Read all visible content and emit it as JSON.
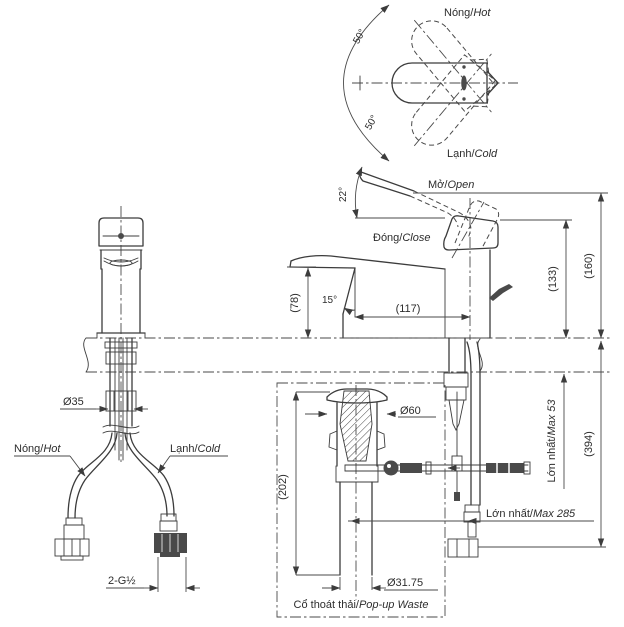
{
  "top_view": {
    "hot_vi": "Nóng/",
    "hot_en": "Hot",
    "cold_vi": "Lạnh/",
    "cold_en": "Cold",
    "angle_upper": "50°",
    "angle_lower": "50°"
  },
  "operation": {
    "open_vi": "Mở/",
    "open_en": "Open",
    "close_vi": "Đóng/",
    "close_en": "Close",
    "open_angle": "22°"
  },
  "side_dims": {
    "spout_angle": "15°",
    "spout_height": "(78)",
    "spout_reach": "(117)",
    "handle_height": "(133)",
    "total_height": "(160)",
    "under_counter": "(394)",
    "deck_max_vi": "Lớn nhất/",
    "deck_max_en": "Max 53",
    "hose_max_vi": "Lớn nhất/",
    "hose_max_en": "Max 285"
  },
  "front_view": {
    "hole_dia": "Ø35",
    "thread": "2-G½",
    "hot_vi": "Nóng/",
    "hot_en": "Hot",
    "cold_vi": "Lạnh/",
    "cold_en": "Cold"
  },
  "waste": {
    "height": "(202)",
    "flange_dia": "Ø60",
    "pipe_dia": "Ø31.75",
    "caption_vi": "Cổ thoát thải/",
    "caption_en": "Pop-up Waste"
  },
  "colors": {
    "line": "#3c3c3c",
    "text": "#2d2d2d",
    "background": "#ffffff"
  }
}
